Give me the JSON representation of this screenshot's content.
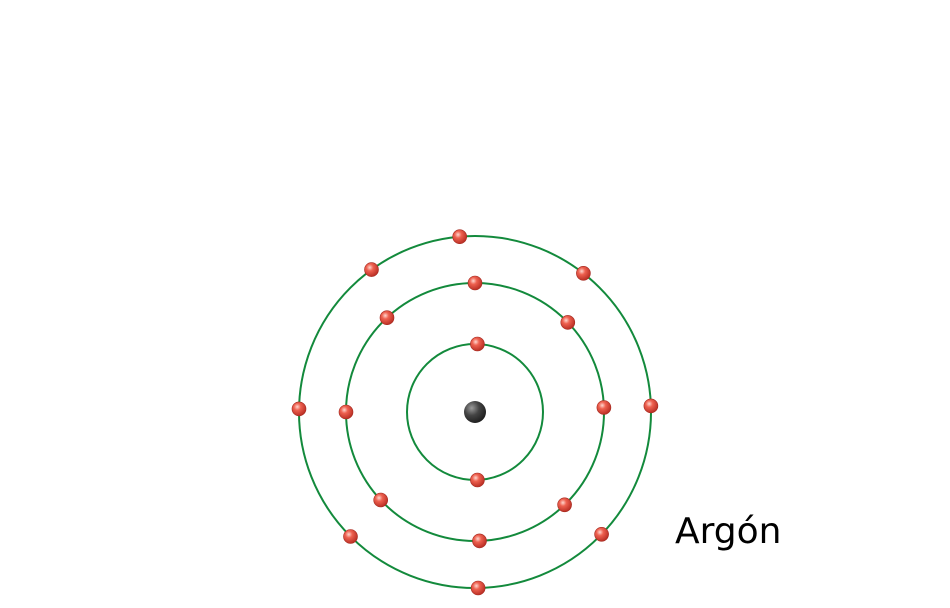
{
  "element": {
    "name": "Argón"
  },
  "colors": {
    "orbit": "#138a3c",
    "electron": "#e0483c",
    "nucleus": "#3a3a3a",
    "background": "#ffffff"
  },
  "icons": {
    "nucleus": "nucleus-sphere",
    "electron": "electron-sphere"
  },
  "shells": [
    {
      "electron_count": 2
    },
    {
      "electron_count": 8
    },
    {
      "electron_count": 8
    }
  ]
}
